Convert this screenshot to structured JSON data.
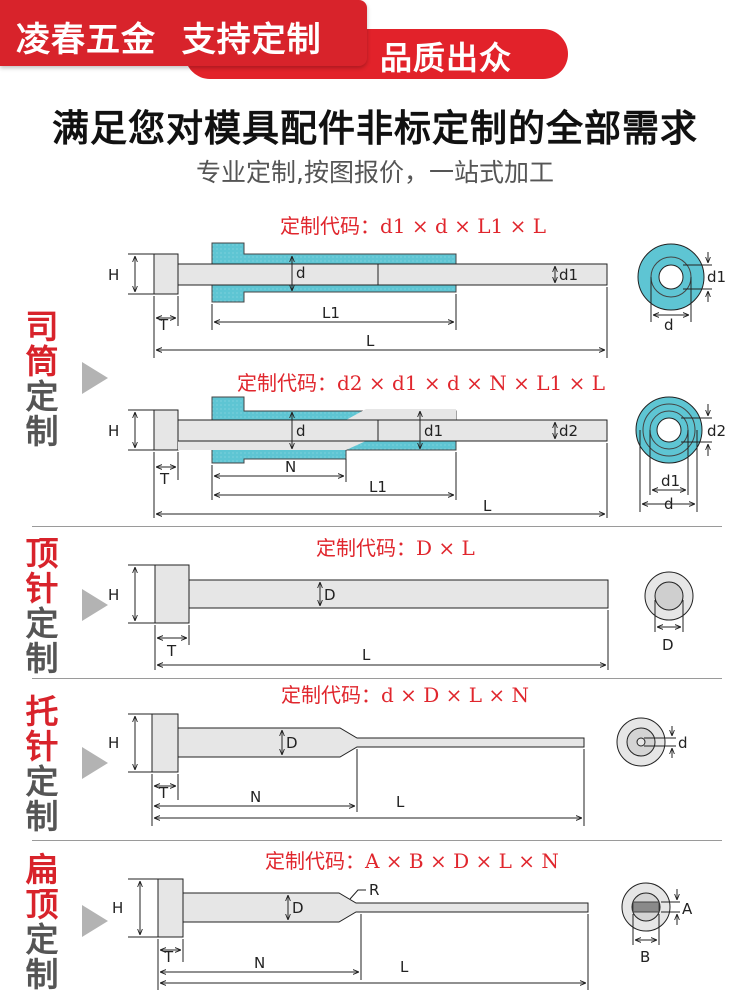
{
  "badge": {
    "brand": "凌春五金",
    "slogan": "支持定制",
    "back_text": "品质出众"
  },
  "headline": "满足您对模具配件非标定制的全部需求",
  "subheadline": "专业定制,按图报价，一站式加工",
  "sections": [
    {
      "label_top": [
        "司",
        "筒"
      ],
      "label_bottom": [
        "定",
        "制"
      ],
      "codes": [
        "定制代码：d1 × d × L1 × L",
        "定制代码：d2 × d1 × d × N × L1 × L"
      ]
    },
    {
      "label_top": [
        "顶",
        "针"
      ],
      "label_bottom": [
        "定",
        "制"
      ],
      "codes": [
        "定制代码：D × L"
      ]
    },
    {
      "label_top": [
        "托",
        "针"
      ],
      "label_bottom": [
        "定",
        "制"
      ],
      "codes": [
        "定制代码：d × D × L × N"
      ]
    },
    {
      "label_top": [
        "扁",
        "顶"
      ],
      "label_bottom": [
        "定",
        "制"
      ],
      "codes": [
        "定制代码：A × B × D × L × N"
      ]
    }
  ],
  "dims": {
    "H": "H",
    "T": "T",
    "L": "L",
    "L1": "L1",
    "N": "N",
    "d": "d",
    "d1": "d1",
    "d2": "d2",
    "D": "D",
    "R": "R",
    "A": "A",
    "B": "B"
  },
  "colors": {
    "accent_red": "#d8232b",
    "fill_cyan": "#5ec5d3",
    "part_fill": "#e6e6e6"
  }
}
